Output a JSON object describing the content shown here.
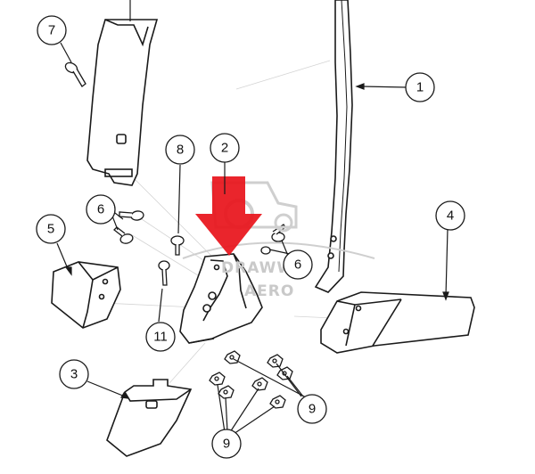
{
  "callouts": [
    {
      "id": "c1",
      "label": "1"
    },
    {
      "id": "c2",
      "label": "2"
    },
    {
      "id": "c3",
      "label": "3"
    },
    {
      "id": "c4",
      "label": "4"
    },
    {
      "id": "c5",
      "label": "5"
    },
    {
      "id": "c6a",
      "label": "6"
    },
    {
      "id": "c6b",
      "label": "6"
    },
    {
      "id": "c7",
      "label": "7"
    },
    {
      "id": "c8",
      "label": "8"
    },
    {
      "id": "c9a",
      "label": "9"
    },
    {
      "id": "c9b",
      "label": "9"
    },
    {
      "id": "c11",
      "label": "11"
    }
  ],
  "watermark": {
    "line1": "DRAWWO",
    "line2": "AERO"
  },
  "colors": {
    "highlight_arrow": "#e8141c",
    "line": "#1a1a1a",
    "watermark": "#bdbdbd"
  }
}
